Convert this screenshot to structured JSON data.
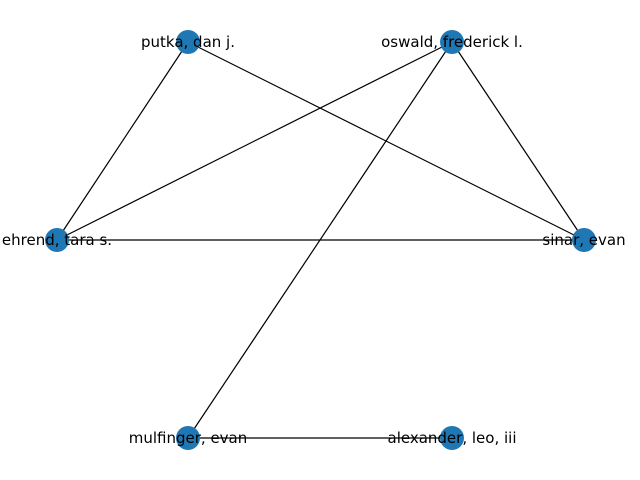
{
  "graph": {
    "node_color": "#1f77b4",
    "edge_color": "#000000",
    "nodes": [
      {
        "id": "putka",
        "label": "putka, dan j."
      },
      {
        "id": "oswald",
        "label": "oswald, frederick l."
      },
      {
        "id": "behrend",
        "label": "ehrend, tara s."
      },
      {
        "id": "sinar",
        "label": "sinar, evan"
      },
      {
        "id": "mulfinger",
        "label": "mulfinger, evan"
      },
      {
        "id": "alexander",
        "label": "alexander, leo, iii"
      }
    ],
    "edges": [
      {
        "source": "putka",
        "target": "behrend"
      },
      {
        "source": "putka",
        "target": "sinar"
      },
      {
        "source": "oswald",
        "target": "behrend"
      },
      {
        "source": "oswald",
        "target": "sinar"
      },
      {
        "source": "oswald",
        "target": "mulfinger"
      },
      {
        "source": "behrend",
        "target": "sinar"
      },
      {
        "source": "mulfinger",
        "target": "alexander"
      }
    ]
  }
}
